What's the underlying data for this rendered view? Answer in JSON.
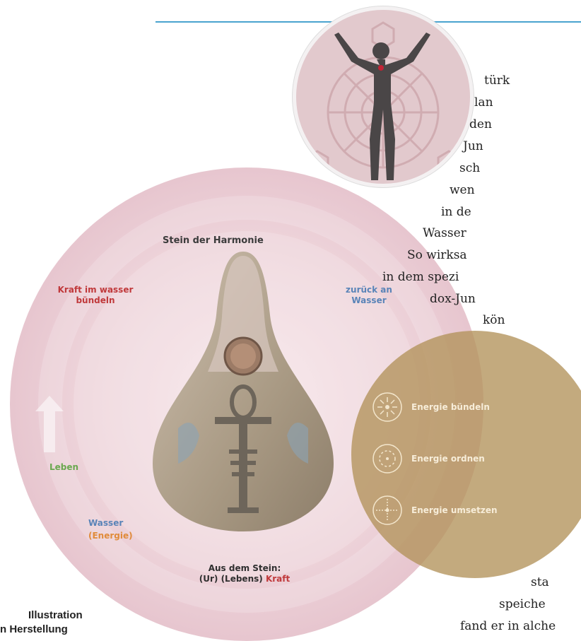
{
  "diagram": {
    "title": "Stein der Harmonie",
    "kraft_im_wasser": "Kraft im wasser",
    "buendeln": "bündeln",
    "zurueck_an": "zurück an",
    "wasser_right": "Wasser",
    "leben": "Leben",
    "wasser_left": "Wasser",
    "energie": "(Energie)",
    "aus_dem_stein": "Aus dem Stein:",
    "ur_lebens": "(Ur) (Lebens)",
    "kraft": "Kraft"
  },
  "energy": {
    "items": [
      "Energie bündeln",
      "Energie ordnen",
      "Energie umsetzen"
    ]
  },
  "article": {
    "lines": [
      "türk",
      "lan",
      "den",
      "Jun",
      "sch",
      "wen",
      "in de",
      "Wasser",
      "So wirksa",
      "in dem spezi",
      "dox-Jun",
      "kön",
      "sta",
      "speiche",
      "fand er in alche"
    ]
  },
  "caption": {
    "line1": "Illustration",
    "line2": "n Herstellung"
  },
  "colors": {
    "rule": "#4aa3cf",
    "pink": "#e7c6cf",
    "gold": "#b2925a",
    "red": "#c0393b",
    "blue": "#5a84b8",
    "green": "#6aa84f",
    "orange": "#e08b3a"
  }
}
